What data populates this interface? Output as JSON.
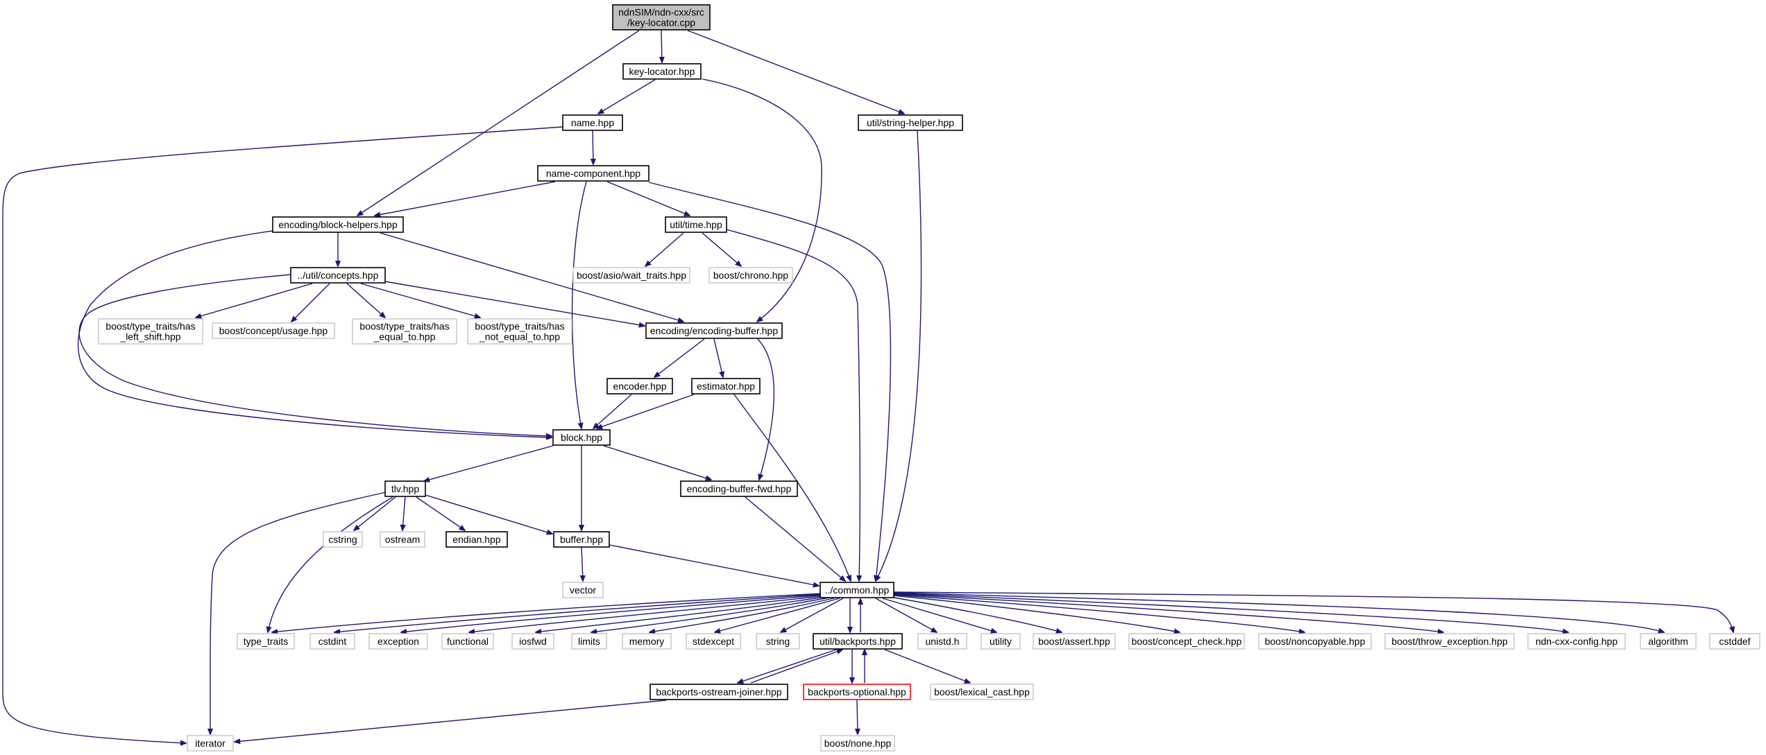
{
  "title": "",
  "colors": {
    "edge": "#191970",
    "main_border": "#000000",
    "external_border": "#bfbfbf",
    "start_fill": "#bfbfbf",
    "highlight_border": "#ff0000"
  },
  "nodes": [
    {
      "id": "root",
      "lines": [
        "ndnSIM/ndn-cxx/src",
        "/key-locator.cpp"
      ],
      "kind": "start"
    },
    {
      "id": "keylocator",
      "lines": [
        "key-locator.hpp"
      ],
      "kind": "main"
    },
    {
      "id": "stringhelper",
      "lines": [
        "util/string-helper.hpp"
      ],
      "kind": "main"
    },
    {
      "id": "name",
      "lines": [
        "name.hpp"
      ],
      "kind": "main"
    },
    {
      "id": "namecomp",
      "lines": [
        "name-component.hpp"
      ],
      "kind": "main"
    },
    {
      "id": "blockhelpers",
      "lines": [
        "encoding/block-helpers.hpp"
      ],
      "kind": "main"
    },
    {
      "id": "time",
      "lines": [
        "util/time.hpp"
      ],
      "kind": "main"
    },
    {
      "id": "waittraits",
      "lines": [
        "boost/asio/wait_traits.hpp"
      ],
      "kind": "ext"
    },
    {
      "id": "chrono",
      "lines": [
        "boost/chrono.hpp"
      ],
      "kind": "ext"
    },
    {
      "id": "concepts",
      "lines": [
        "../util/concepts.hpp"
      ],
      "kind": "main"
    },
    {
      "id": "hasleftshift",
      "lines": [
        "boost/type_traits/has",
        "_left_shift.hpp"
      ],
      "kind": "ext"
    },
    {
      "id": "conceptusage",
      "lines": [
        "boost/concept/usage.hpp"
      ],
      "kind": "ext"
    },
    {
      "id": "hasequalto",
      "lines": [
        "boost/type_traits/has",
        "_equal_to.hpp"
      ],
      "kind": "ext"
    },
    {
      "id": "hasnotequalto",
      "lines": [
        "boost/type_traits/has",
        "_not_equal_to.hpp"
      ],
      "kind": "ext"
    },
    {
      "id": "encbuffer",
      "lines": [
        "encoding/encoding-buffer.hpp"
      ],
      "kind": "main"
    },
    {
      "id": "encoder",
      "lines": [
        "encoder.hpp"
      ],
      "kind": "main"
    },
    {
      "id": "estimator",
      "lines": [
        "estimator.hpp"
      ],
      "kind": "main"
    },
    {
      "id": "block",
      "lines": [
        "block.hpp"
      ],
      "kind": "main"
    },
    {
      "id": "tlv",
      "lines": [
        "tlv.hpp"
      ],
      "kind": "main"
    },
    {
      "id": "encbufferfwd",
      "lines": [
        "encoding-buffer-fwd.hpp"
      ],
      "kind": "main"
    },
    {
      "id": "cstring",
      "lines": [
        "cstring"
      ],
      "kind": "ext"
    },
    {
      "id": "ostream",
      "lines": [
        "ostream"
      ],
      "kind": "ext"
    },
    {
      "id": "endian",
      "lines": [
        "endian.hpp"
      ],
      "kind": "main"
    },
    {
      "id": "buffer",
      "lines": [
        "buffer.hpp"
      ],
      "kind": "main"
    },
    {
      "id": "vector",
      "lines": [
        "vector"
      ],
      "kind": "ext"
    },
    {
      "id": "common",
      "lines": [
        "../common.hpp"
      ],
      "kind": "main"
    },
    {
      "id": "typetraits",
      "lines": [
        "type_traits"
      ],
      "kind": "ext"
    },
    {
      "id": "cstdint",
      "lines": [
        "cstdint"
      ],
      "kind": "ext"
    },
    {
      "id": "exception",
      "lines": [
        "exception"
      ],
      "kind": "ext"
    },
    {
      "id": "functional",
      "lines": [
        "functional"
      ],
      "kind": "ext"
    },
    {
      "id": "iosfwd",
      "lines": [
        "iosfwd"
      ],
      "kind": "ext"
    },
    {
      "id": "limits",
      "lines": [
        "limits"
      ],
      "kind": "ext"
    },
    {
      "id": "memory",
      "lines": [
        "memory"
      ],
      "kind": "ext"
    },
    {
      "id": "stdexcept",
      "lines": [
        "stdexcept"
      ],
      "kind": "ext"
    },
    {
      "id": "string",
      "lines": [
        "string"
      ],
      "kind": "ext"
    },
    {
      "id": "backports",
      "lines": [
        "util/backports.hpp"
      ],
      "kind": "main"
    },
    {
      "id": "unistd",
      "lines": [
        "unistd.h"
      ],
      "kind": "ext"
    },
    {
      "id": "utility",
      "lines": [
        "utility"
      ],
      "kind": "ext"
    },
    {
      "id": "boostassert",
      "lines": [
        "boost/assert.hpp"
      ],
      "kind": "ext"
    },
    {
      "id": "conceptcheck",
      "lines": [
        "boost/concept_check.hpp"
      ],
      "kind": "ext"
    },
    {
      "id": "noncopyable",
      "lines": [
        "boost/noncopyable.hpp"
      ],
      "kind": "ext"
    },
    {
      "id": "throwexc",
      "lines": [
        "boost/throw_exception.hpp"
      ],
      "kind": "ext"
    },
    {
      "id": "ndnconfig",
      "lines": [
        "ndn-cxx-config.hpp"
      ],
      "kind": "ext"
    },
    {
      "id": "algorithm",
      "lines": [
        "algorithm"
      ],
      "kind": "ext"
    },
    {
      "id": "cstddef",
      "lines": [
        "cstddef"
      ],
      "kind": "ext"
    },
    {
      "id": "ostreamjoiner",
      "lines": [
        "backports-ostream-joiner.hpp"
      ],
      "kind": "main"
    },
    {
      "id": "optional",
      "lines": [
        "backports-optional.hpp"
      ],
      "kind": "red"
    },
    {
      "id": "lexicalcast",
      "lines": [
        "boost/lexical_cast.hpp"
      ],
      "kind": "ext"
    },
    {
      "id": "iterator",
      "lines": [
        "iterator"
      ],
      "kind": "ext"
    },
    {
      "id": "boostnone",
      "lines": [
        "boost/none.hpp"
      ],
      "kind": "ext"
    }
  ],
  "edges": [
    {
      "from": "root",
      "to": "keylocator"
    },
    {
      "from": "root",
      "to": "blockhelpers"
    },
    {
      "from": "root",
      "to": "stringhelper"
    },
    {
      "from": "keylocator",
      "to": "name"
    },
    {
      "from": "keylocator",
      "to": "encbuffer"
    },
    {
      "from": "stringhelper",
      "to": "common"
    },
    {
      "from": "name",
      "to": "namecomp"
    },
    {
      "from": "name",
      "to": "iterator"
    },
    {
      "from": "namecomp",
      "to": "blockhelpers"
    },
    {
      "from": "namecomp",
      "to": "time"
    },
    {
      "from": "namecomp",
      "to": "block"
    },
    {
      "from": "namecomp",
      "to": "common"
    },
    {
      "from": "blockhelpers",
      "to": "concepts"
    },
    {
      "from": "blockhelpers",
      "to": "encbuffer"
    },
    {
      "from": "blockhelpers",
      "to": "block"
    },
    {
      "from": "time",
      "to": "waittraits"
    },
    {
      "from": "time",
      "to": "chrono"
    },
    {
      "from": "time",
      "to": "common"
    },
    {
      "from": "concepts",
      "to": "hasleftshift"
    },
    {
      "from": "concepts",
      "to": "conceptusage"
    },
    {
      "from": "concepts",
      "to": "hasequalto"
    },
    {
      "from": "concepts",
      "to": "hasnotequalto"
    },
    {
      "from": "concepts",
      "to": "encbuffer"
    },
    {
      "from": "concepts",
      "to": "block"
    },
    {
      "from": "encbuffer",
      "to": "encoder"
    },
    {
      "from": "encbuffer",
      "to": "estimator"
    },
    {
      "from": "encbuffer",
      "to": "encbufferfwd"
    },
    {
      "from": "encoder",
      "to": "block"
    },
    {
      "from": "estimator",
      "to": "block"
    },
    {
      "from": "estimator",
      "to": "common"
    },
    {
      "from": "block",
      "to": "tlv"
    },
    {
      "from": "block",
      "to": "encbufferfwd"
    },
    {
      "from": "block",
      "to": "buffer"
    },
    {
      "from": "tlv",
      "to": "cstring"
    },
    {
      "from": "tlv",
      "to": "ostream"
    },
    {
      "from": "tlv",
      "to": "endian"
    },
    {
      "from": "tlv",
      "to": "buffer"
    },
    {
      "from": "tlv",
      "to": "typetraits"
    },
    {
      "from": "tlv",
      "to": "iterator"
    },
    {
      "from": "encbufferfwd",
      "to": "common"
    },
    {
      "from": "buffer",
      "to": "vector"
    },
    {
      "from": "buffer",
      "to": "common"
    },
    {
      "from": "common",
      "to": "typetraits"
    },
    {
      "from": "common",
      "to": "cstdint"
    },
    {
      "from": "common",
      "to": "exception"
    },
    {
      "from": "common",
      "to": "functional"
    },
    {
      "from": "common",
      "to": "iosfwd"
    },
    {
      "from": "common",
      "to": "limits"
    },
    {
      "from": "common",
      "to": "memory"
    },
    {
      "from": "common",
      "to": "stdexcept"
    },
    {
      "from": "common",
      "to": "string"
    },
    {
      "from": "common",
      "to": "backports"
    },
    {
      "from": "common",
      "to": "unistd"
    },
    {
      "from": "common",
      "to": "utility"
    },
    {
      "from": "common",
      "to": "boostassert"
    },
    {
      "from": "common",
      "to": "conceptcheck"
    },
    {
      "from": "common",
      "to": "noncopyable"
    },
    {
      "from": "common",
      "to": "throwexc"
    },
    {
      "from": "common",
      "to": "ndnconfig"
    },
    {
      "from": "common",
      "to": "algorithm"
    },
    {
      "from": "common",
      "to": "cstddef"
    },
    {
      "from": "backports",
      "to": "common"
    },
    {
      "from": "backports",
      "to": "ostreamjoiner"
    },
    {
      "from": "backports",
      "to": "optional"
    },
    {
      "from": "backports",
      "to": "lexicalcast"
    },
    {
      "from": "ostreamjoiner",
      "to": "backports"
    },
    {
      "from": "ostreamjoiner",
      "to": "iterator"
    },
    {
      "from": "optional",
      "to": "backports"
    },
    {
      "from": "optional",
      "to": "boostnone"
    }
  ]
}
